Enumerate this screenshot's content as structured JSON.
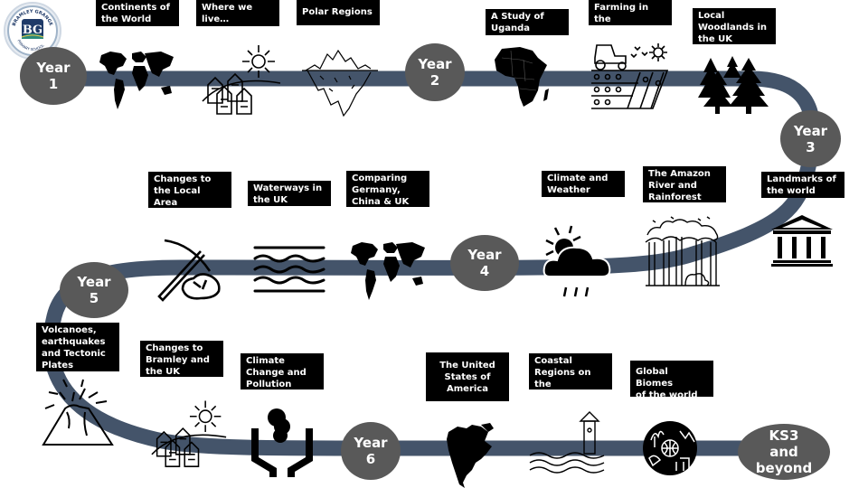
{
  "school": {
    "name_top": "BRAMLEY GRANGE",
    "name_bottom": "PRIMARY SCHOOL",
    "monogram": "BG"
  },
  "colors": {
    "road": "#44546a",
    "year_badge": "#595959",
    "label_bg": "#000000",
    "label_text": "#ffffff"
  },
  "years": [
    {
      "id": "year-1",
      "label": "Year\n1"
    },
    {
      "id": "year-2",
      "label": "Year\n2"
    },
    {
      "id": "year-3",
      "label": "Year\n3"
    },
    {
      "id": "year-4",
      "label": "Year\n4"
    },
    {
      "id": "year-5",
      "label": "Year\n5"
    },
    {
      "id": "year-6",
      "label": "Year\n6"
    },
    {
      "id": "ks3",
      "label": "KS3\nand\nbeyond"
    }
  ],
  "topics": [
    {
      "year": "1",
      "label": "Continents of\nthe World",
      "icon": "world-map-icon"
    },
    {
      "year": "1",
      "label": "Where we\nlive…",
      "icon": "houses-sun-icon"
    },
    {
      "year": "1",
      "label": "Polar Regions",
      "icon": "iceberg-icon"
    },
    {
      "year": "2",
      "label": "A Study of\nUganda",
      "icon": "africa-map-icon"
    },
    {
      "year": "2",
      "label": "Farming in the\nUK",
      "icon": "farm-tractor-icon"
    },
    {
      "year": "2",
      "label": "Local\nWoodlands in\nthe UK",
      "icon": "pine-trees-icon"
    },
    {
      "year": "3",
      "label": "Landmarks of\nthe world",
      "icon": "temple-icon"
    },
    {
      "year": "3",
      "label": "The Amazon\nRiver and\nRainforest",
      "icon": "rainforest-icon"
    },
    {
      "year": "3",
      "label": "Climate and\nWeather",
      "icon": "sun-cloud-rain-icon"
    },
    {
      "year": "4",
      "label": "Comparing\nGermany,\nChina & UK",
      "icon": "world-map-icon"
    },
    {
      "year": "4",
      "label": "Waterways in\nthe UK",
      "icon": "waves-icon"
    },
    {
      "year": "4",
      "label": "Changes to\nthe Local Area\n(mining)",
      "icon": "pickaxe-icon"
    },
    {
      "year": "5",
      "label": "Volcanoes,\nearthquakes\nand Tectonic\nPlates",
      "icon": "volcano-icon"
    },
    {
      "year": "5",
      "label": "Changes to\nBramley and\nthe UK",
      "icon": "houses-sun-icon"
    },
    {
      "year": "5",
      "label": "Climate\nChange and\nPollution",
      "icon": "hands-smoke-icon"
    },
    {
      "year": "6",
      "label": "The United\nStates of\nAmerica",
      "icon": "north-america-map-icon"
    },
    {
      "year": "6",
      "label": "Coastal\nRegions on the\nUK",
      "icon": "lighthouse-waves-icon"
    },
    {
      "year": "6",
      "label": "Global Biomes\nof the world",
      "icon": "biomes-globe-icon"
    }
  ]
}
